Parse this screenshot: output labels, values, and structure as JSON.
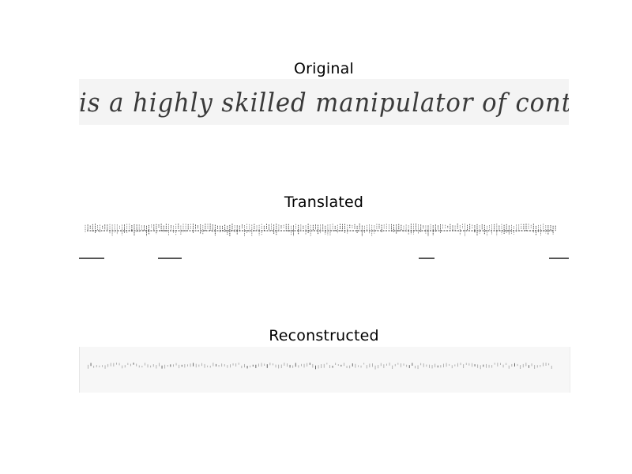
{
  "panels": {
    "original": {
      "title": "Original",
      "handwritten_text": "is a highly skilled manipulator of contemporary"
    },
    "translated": {
      "title": "Translated"
    },
    "reconstructed": {
      "title": "Reconstructed"
    }
  },
  "colors": {
    "ink": "#3a3a3a",
    "background": "#ffffff"
  }
}
